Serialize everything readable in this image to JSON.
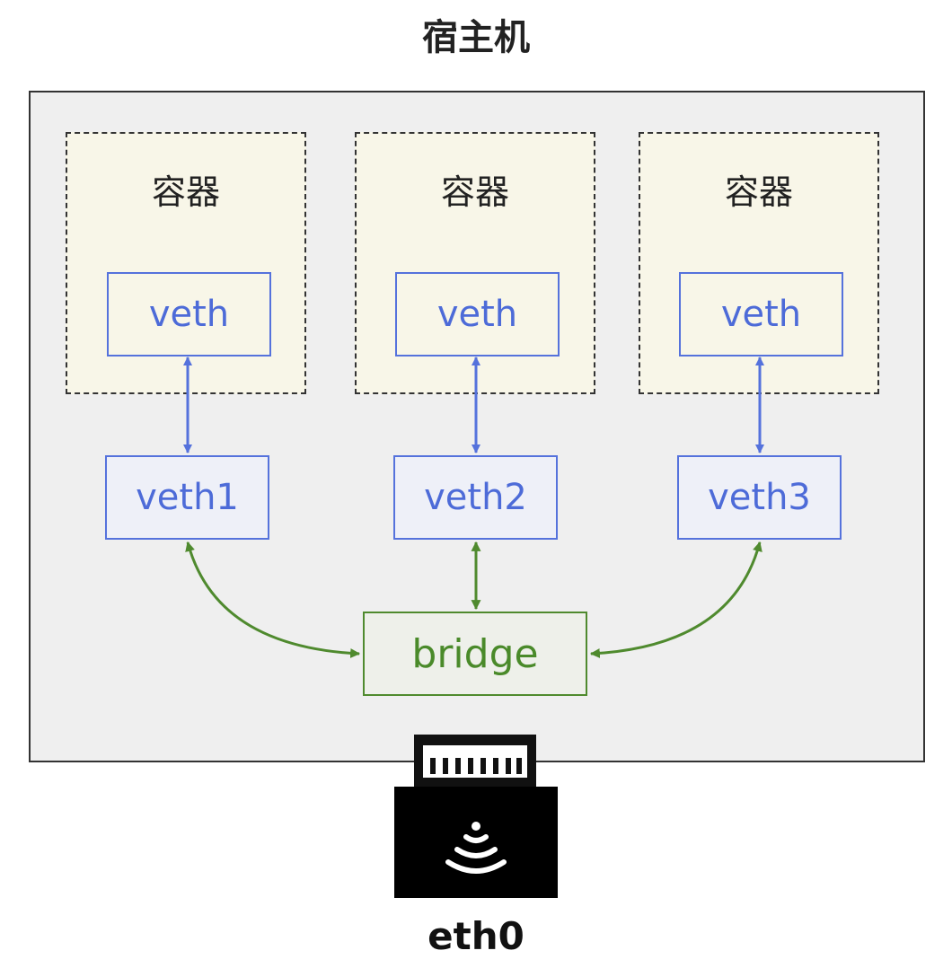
{
  "title": "宿主机",
  "containers": [
    {
      "label": "容器",
      "iface": "veth"
    },
    {
      "label": "容器",
      "iface": "veth"
    },
    {
      "label": "容器",
      "iface": "veth"
    }
  ],
  "host_ifaces": [
    "veth1",
    "veth2",
    "veth3"
  ],
  "bridge": "bridge",
  "nic": {
    "label": "eth0",
    "icon": "wifi-icon"
  },
  "colors": {
    "veth_blue": "#5572dc",
    "bridge_green": "#4f8a2e",
    "host_bg": "#efefef",
    "container_bg": "#f8f6e8"
  }
}
